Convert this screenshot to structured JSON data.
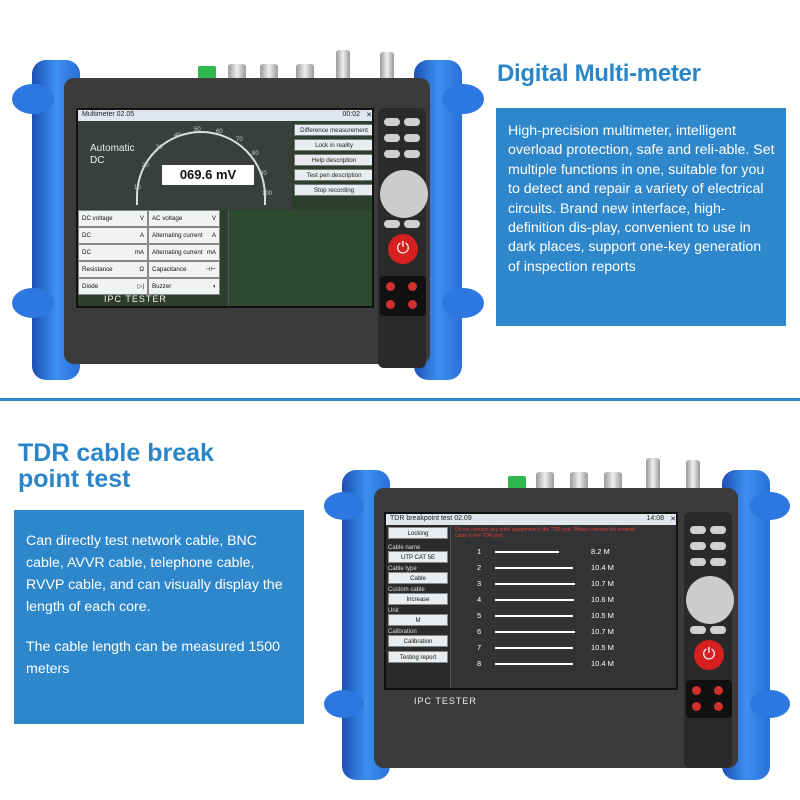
{
  "section1": {
    "title": "Digital Multi-meter",
    "description": "High-precision multimeter, intelligent overload protection, safe and reli-able. Set multiple functions in one, suitable for you to detect and repair a variety of electrical circuits. Brand new interface, high-definition dis-play, convenient to use in dark places, support one-key generation of inspection reports"
  },
  "section2": {
    "title": "TDR cable break point test",
    "paragraph1": "Can directly test network cable, BNC cable, AVVR cable, telephone cable, RVVP cable, and can visually display the length of each core.",
    "paragraph2": "The cable length can be measured 1500 meters"
  },
  "device": {
    "brand": "IPC TESTER"
  },
  "multimeter_screen": {
    "title": "Multimeter 02.05",
    "time": "00:02",
    "mode_line1": "Automatic",
    "mode_line2": "DC",
    "reading": "069.6 mV",
    "gauge_ticks": [
      "10",
      "20",
      "30",
      "40",
      "50",
      "60",
      "70",
      "80",
      "90",
      "100"
    ],
    "buttons": [
      "Difference measurement",
      "Lock in reality",
      "Help description",
      "Test pen description",
      "Stop recording"
    ],
    "rows": [
      {
        "left": "DC voltage",
        "left_sym": "V",
        "right": "AC voltage",
        "right_sym": "V"
      },
      {
        "left": "DC",
        "left_sym": "A",
        "right": "Alternating current",
        "right_sym": "A"
      },
      {
        "left": "DC",
        "left_sym": "mA",
        "right": "Alternating current",
        "right_sym": "mA"
      },
      {
        "left": "Resistance",
        "left_sym": "Ω",
        "right": "Capacitance",
        "right_sym": "⊣⊢"
      },
      {
        "left": "Diode",
        "left_sym": "▷|",
        "right": "Buzzer",
        "right_sym": "◖"
      }
    ]
  },
  "tdr_screen": {
    "title": "TDR breakpoint test 02.09",
    "time": "14:08",
    "warning": "Do not connect any other equipment in the TDR port. Please connect the network cable to the TDR port.",
    "side": [
      {
        "label": "",
        "value": "Locking"
      },
      {
        "label": "Cable name",
        "value": "UTP CAT 5E"
      },
      {
        "label": "Cable type",
        "value": "Cable"
      },
      {
        "label": "Custom cable",
        "value": "Increase"
      },
      {
        "label": "Unit",
        "value": "M"
      },
      {
        "label": "Calibration",
        "value": "Calibration"
      },
      {
        "label": "",
        "value": "Testing report"
      }
    ],
    "cores": [
      {
        "num": "1",
        "length": "8.2 M"
      },
      {
        "num": "2",
        "length": "10.4 M"
      },
      {
        "num": "3",
        "length": "10.7 M"
      },
      {
        "num": "4",
        "length": "10.6 M"
      },
      {
        "num": "5",
        "length": "10.5 M"
      },
      {
        "num": "6",
        "length": "10.7 M"
      },
      {
        "num": "7",
        "length": "10.5 M"
      },
      {
        "num": "8",
        "length": "10.4 M"
      }
    ]
  }
}
